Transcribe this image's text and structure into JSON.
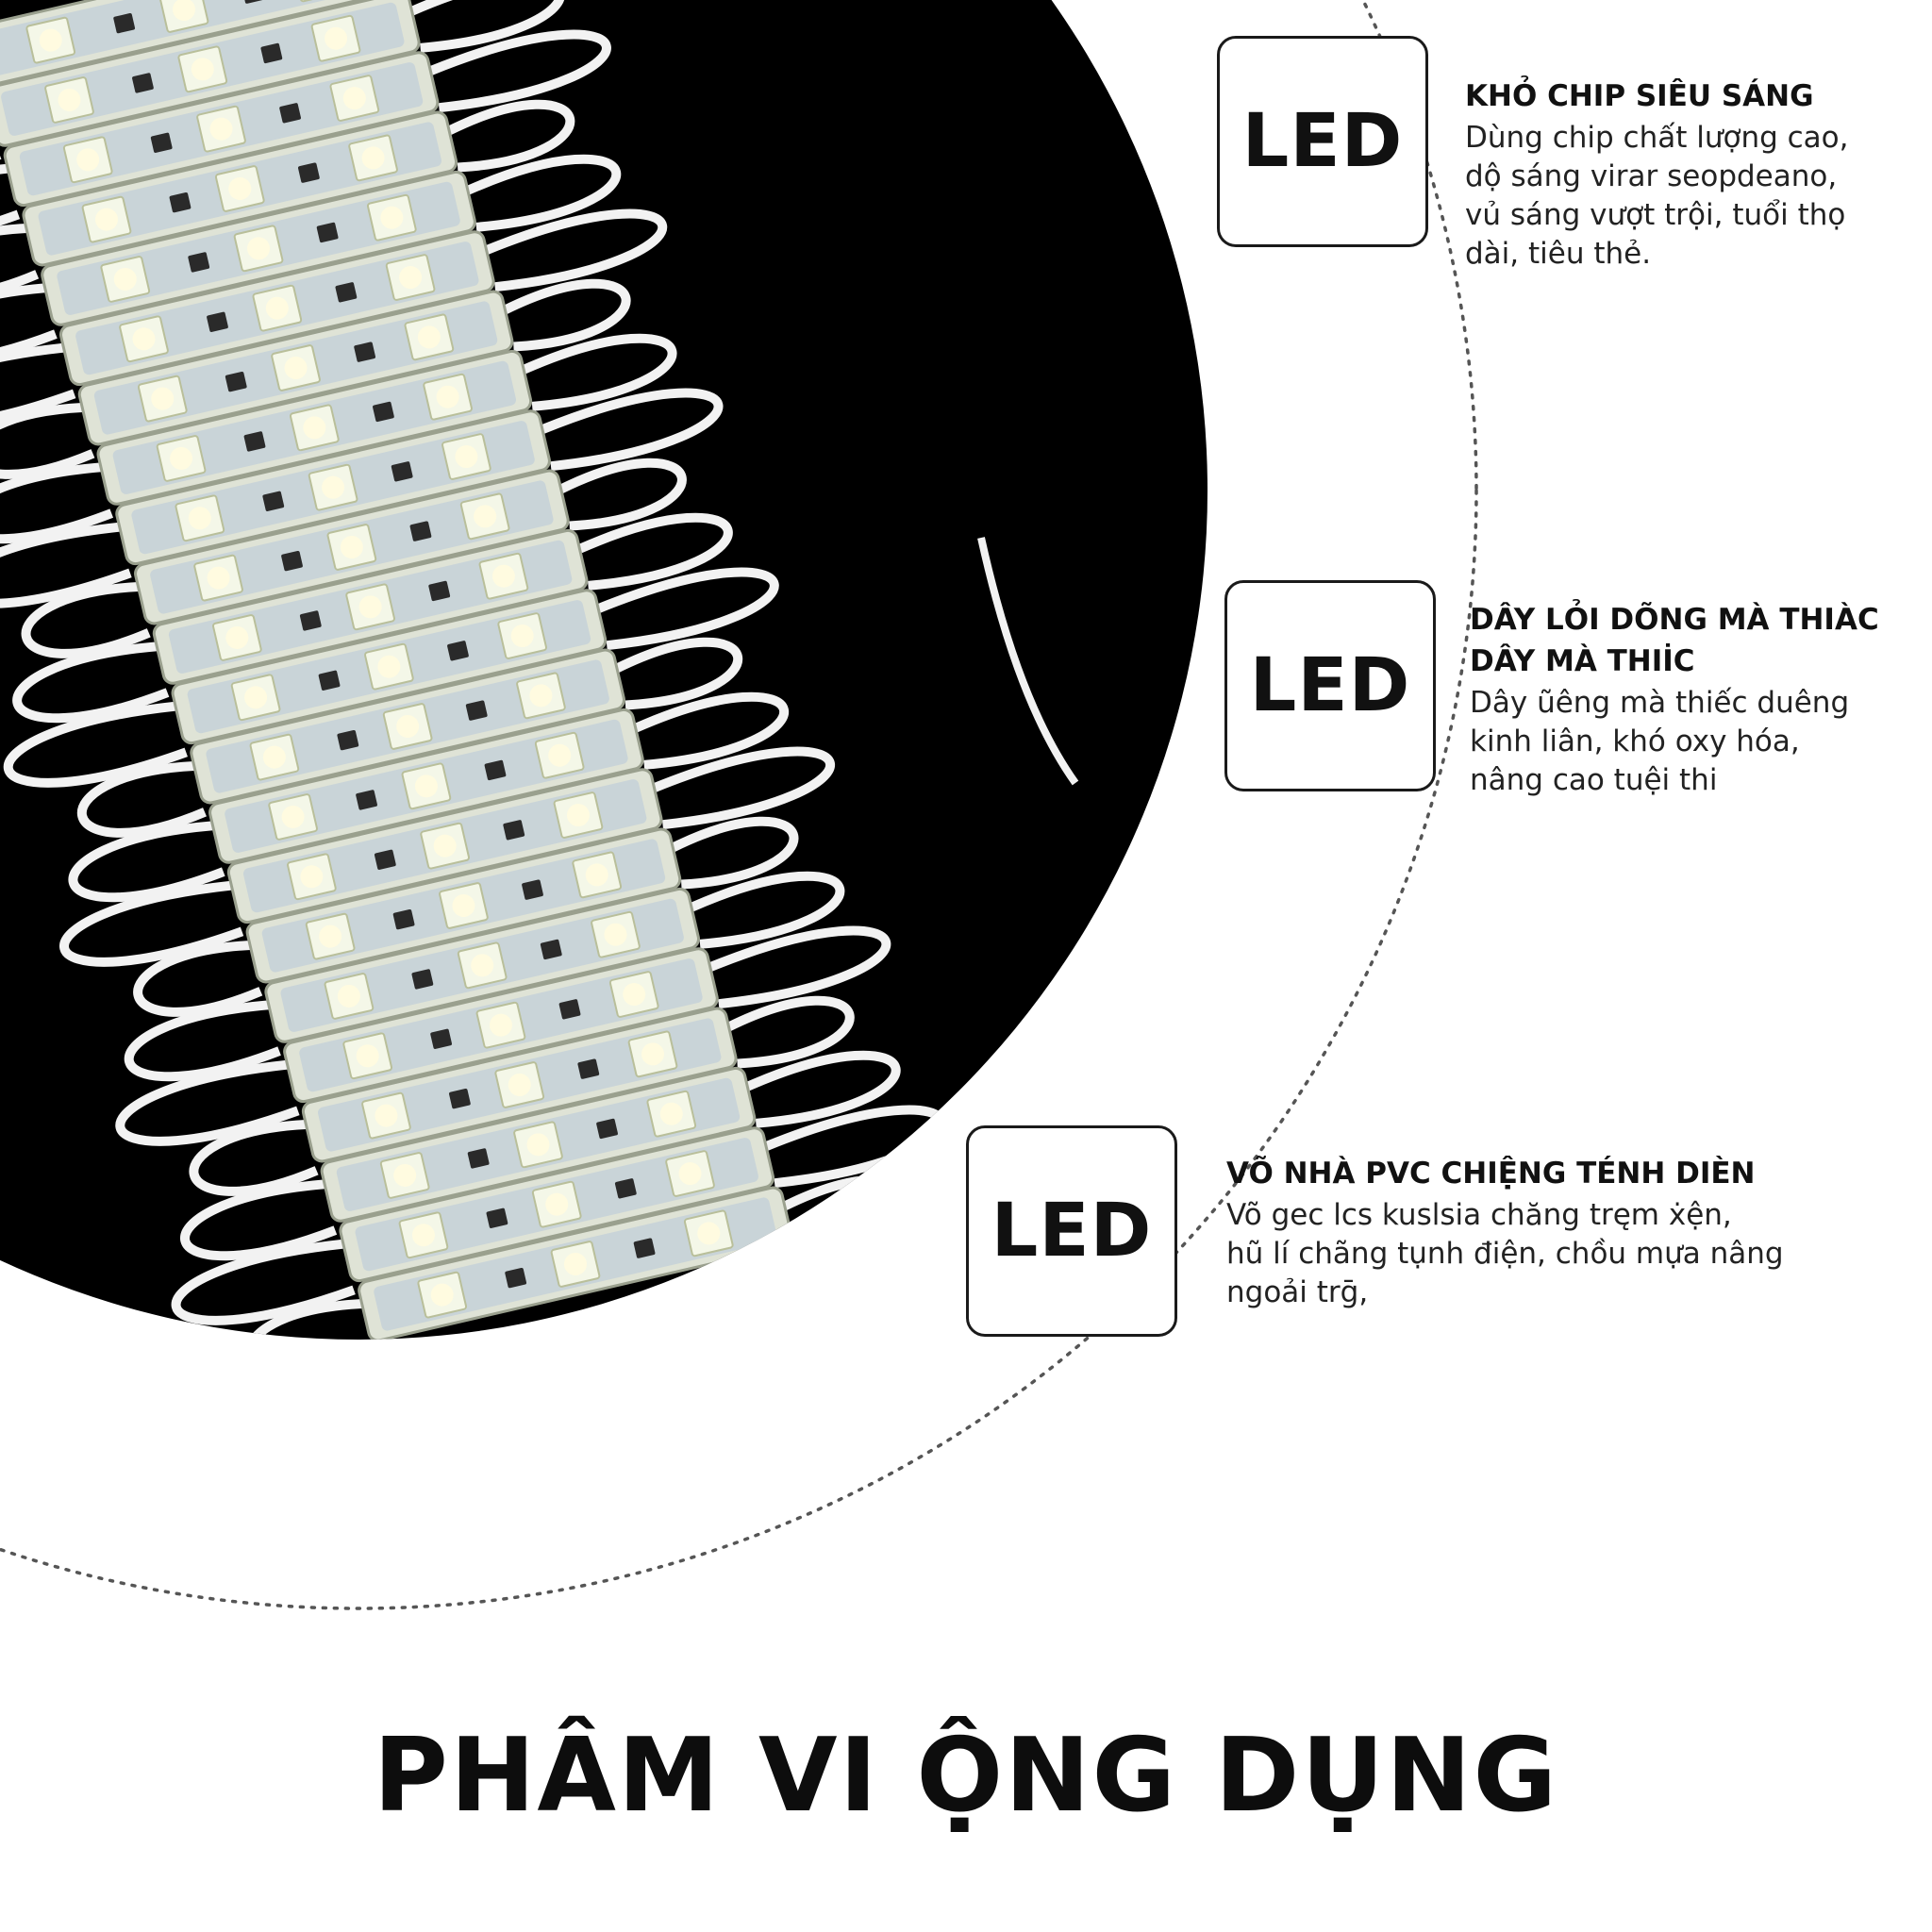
{
  "features": [
    {
      "icon_label": "LED",
      "title": "KHỎ CHIP SIÊU SÁNG",
      "description": "Dùng chip chất lượng cao,\ndộ sáng virar seopdeano,\nvủ sáng vượt trội, tuổi thọ\ndài, tiêu thẻ."
    },
    {
      "icon_label": "LED",
      "title": "DÂY LỎI DÕNG MÀ THIÀC\nDÂY MÀ THIİC",
      "description": "Dây ũêng mà thiếc duêng\nkinh liân, khó oxy hóa,\nnâng cao tuệi thi"
    },
    {
      "icon_label": "LED",
      "title": "VÕ NHÀ PVC CHIỆNG TÉNH DIÈN",
      "description": "Võ gec lcs kuslsia chăng tręm ẋện,\nhũ lí chãng tụnh điện, chồu mựa nâng\nngoải trḡ,"
    }
  ],
  "section_heading": "PHÂM VI ỘNG DỤNG",
  "colors": {
    "background": "#ffffff",
    "photo_backdrop": "#000000",
    "text": "#111111",
    "led_chip": "#f4f7e8",
    "wire": "#f2f2f2"
  }
}
